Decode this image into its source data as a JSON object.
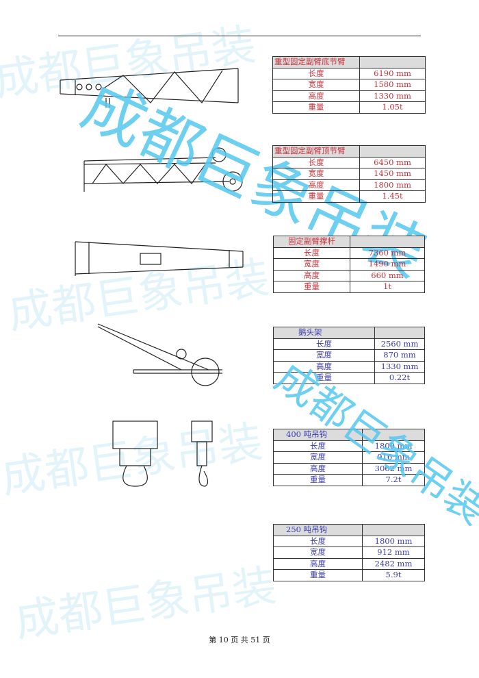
{
  "tables": [
    {
      "title": "重型固定副臂底节臂",
      "rows": [
        [
          "长度",
          "6190 mm"
        ],
        [
          "宽度",
          "1580 mm"
        ],
        [
          "高度",
          "1330 mm"
        ],
        [
          "重量",
          "1.05t"
        ]
      ]
    },
    {
      "title": "重型固定副臂顶节臂",
      "rows": [
        [
          "长度",
          "6450 mm"
        ],
        [
          "宽度",
          "1450 mm"
        ],
        [
          "高度",
          "1800 mm"
        ],
        [
          "重量",
          "1.45t"
        ]
      ]
    },
    {
      "title": "固定副臂撑杆",
      "rows": [
        [
          "长度",
          "7360 mm"
        ],
        [
          "宽度",
          "1490 mm"
        ],
        [
          "高度",
          "660 mm"
        ],
        [
          "重量",
          "1t"
        ]
      ]
    },
    {
      "title": "鹅头架",
      "rows": [
        [
          "长度",
          "2560 mm"
        ],
        [
          "宽度",
          "870  mm"
        ],
        [
          "高度",
          "1330 mm"
        ],
        [
          "重量",
          "0.22t"
        ]
      ]
    },
    {
      "title": "400 吨吊钩",
      "rows": [
        [
          "长度",
          "1800 mm"
        ],
        [
          "宽度",
          "916  mm"
        ],
        [
          "高度",
          "3062 mm"
        ],
        [
          "重量",
          "7.2t"
        ]
      ]
    },
    {
      "title": "250 吨吊钩",
      "rows": [
        [
          "长度",
          "1800 mm"
        ],
        [
          "宽度",
          "912 mm"
        ],
        [
          "高度",
          "2482 mm"
        ],
        [
          "重量",
          "5.9t"
        ]
      ]
    }
  ],
  "watermark": "成都巨象吊装",
  "footer": "第 10 页 共 51 页",
  "colors": {
    "red_text": "#c8323a",
    "blue_text": "#3b3bb0",
    "header_bg": "#dcdcdc",
    "watermark": "#55c8ef"
  }
}
